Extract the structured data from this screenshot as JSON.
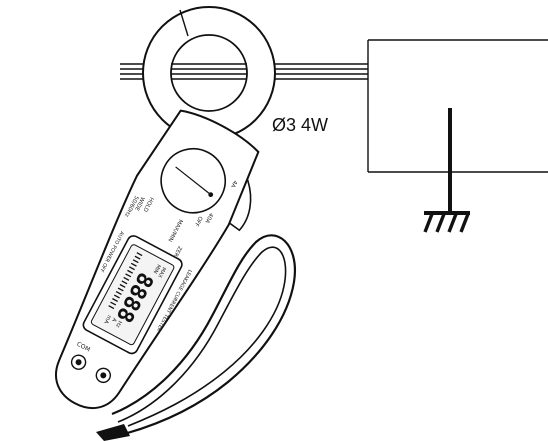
{
  "diagram": {
    "system_label": "Ø3 4W"
  },
  "meter": {
    "display_digits": "8888",
    "dial_labels": [
      "4A",
      "40A",
      "OFF",
      "MAX/MIN",
      "HOLD",
      "WIDE",
      "50/60Hz",
      "ZERO"
    ],
    "display_annunciators": [
      "MAX",
      "MIN",
      "mA",
      "A",
      "Hz"
    ],
    "body_text": "AUTO POWER OFF",
    "side_text": "LEAKAGE CURRENT TESTER",
    "jack_label": "COM"
  }
}
